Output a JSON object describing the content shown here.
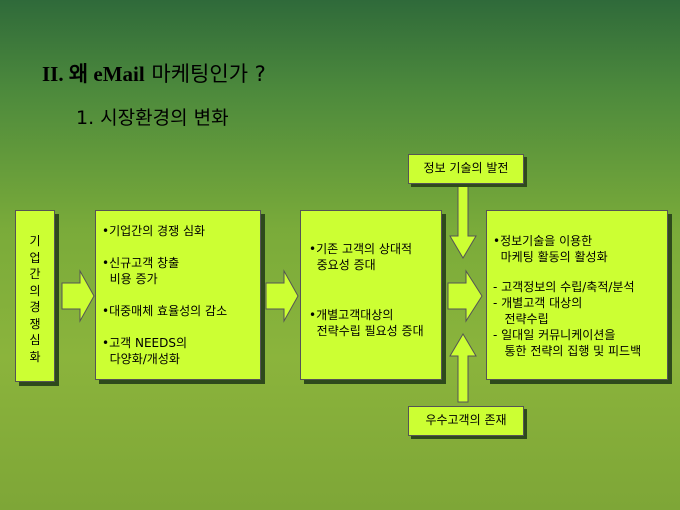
{
  "header": {
    "title_prefix": "II. 왜 eMail",
    "title_suffix": " 마케팅인가 ?",
    "subtitle": "1.  시장환경의  변화"
  },
  "diagram": {
    "col1_vertical": [
      "기",
      "업",
      "간",
      "의",
      "경",
      "쟁",
      "심",
      "화"
    ],
    "col2": [
      "•기업간의 경쟁 심화",
      "•신규고객 창출",
      "  비용 증가",
      "•대중매체 효율성의 감소",
      "•고객 NEEDS의",
      "  다양화/개성화"
    ],
    "col3": [
      "•기존 고객의 상대적",
      "  중요성 증대",
      "•개별고객대상의",
      "  전략수립 필요성 증대"
    ],
    "col4": [
      "•정보기술을 이용한",
      "  마케팅 활동의 활성화",
      "- 고객정보의 수립/축적/분석",
      "- 개별고객 대상의",
      "   전략수립",
      "- 일대일 커뮤니케이션을",
      "   통한 전략의 집행 및 피드백"
    ],
    "top_factor": "정보 기술의 발전",
    "bottom_factor": "우수고객의 존재"
  },
  "colors": {
    "box_fill": "#ccff33",
    "box_shadow": "#2e4a1c",
    "arrow_fill": "#ccff33"
  }
}
